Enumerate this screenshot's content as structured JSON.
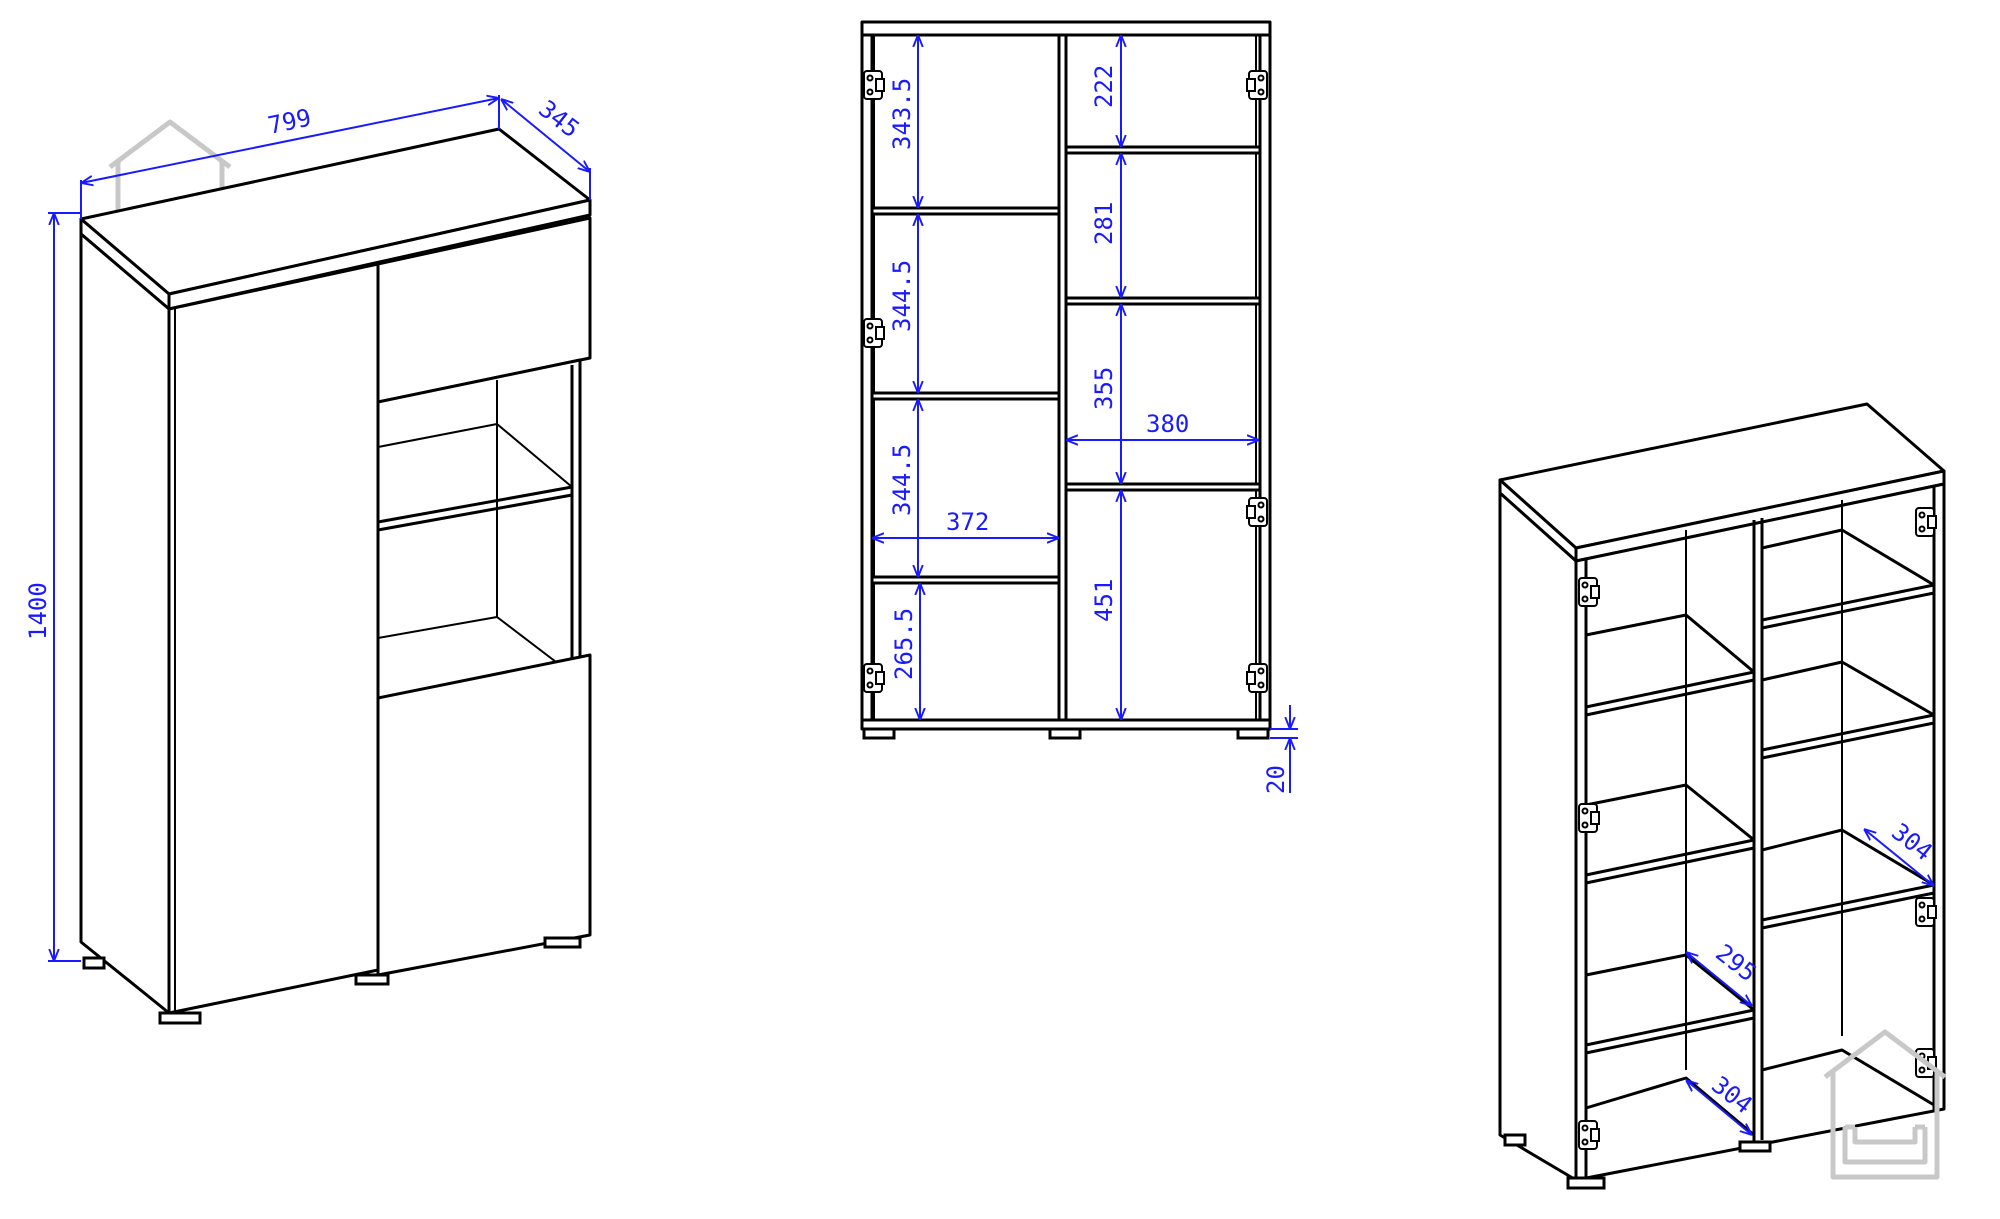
{
  "drawing": {
    "iso_closed": {
      "width": "799",
      "depth": "345",
      "height": "1400"
    },
    "front_open": {
      "left_column": [
        "343.5",
        "344.5",
        "344.5",
        "265.5"
      ],
      "left_width": "372",
      "right_column": [
        "222",
        "281",
        "355",
        "451"
      ],
      "right_width": "380",
      "foot_height": "20"
    },
    "iso_open": {
      "depth_right": "304",
      "depth_left_upper": "295",
      "depth_left_lower": "304"
    },
    "colors": {
      "dimension": "#1a1aff",
      "line": "#000000",
      "watermark": "#c8c8c8"
    }
  }
}
